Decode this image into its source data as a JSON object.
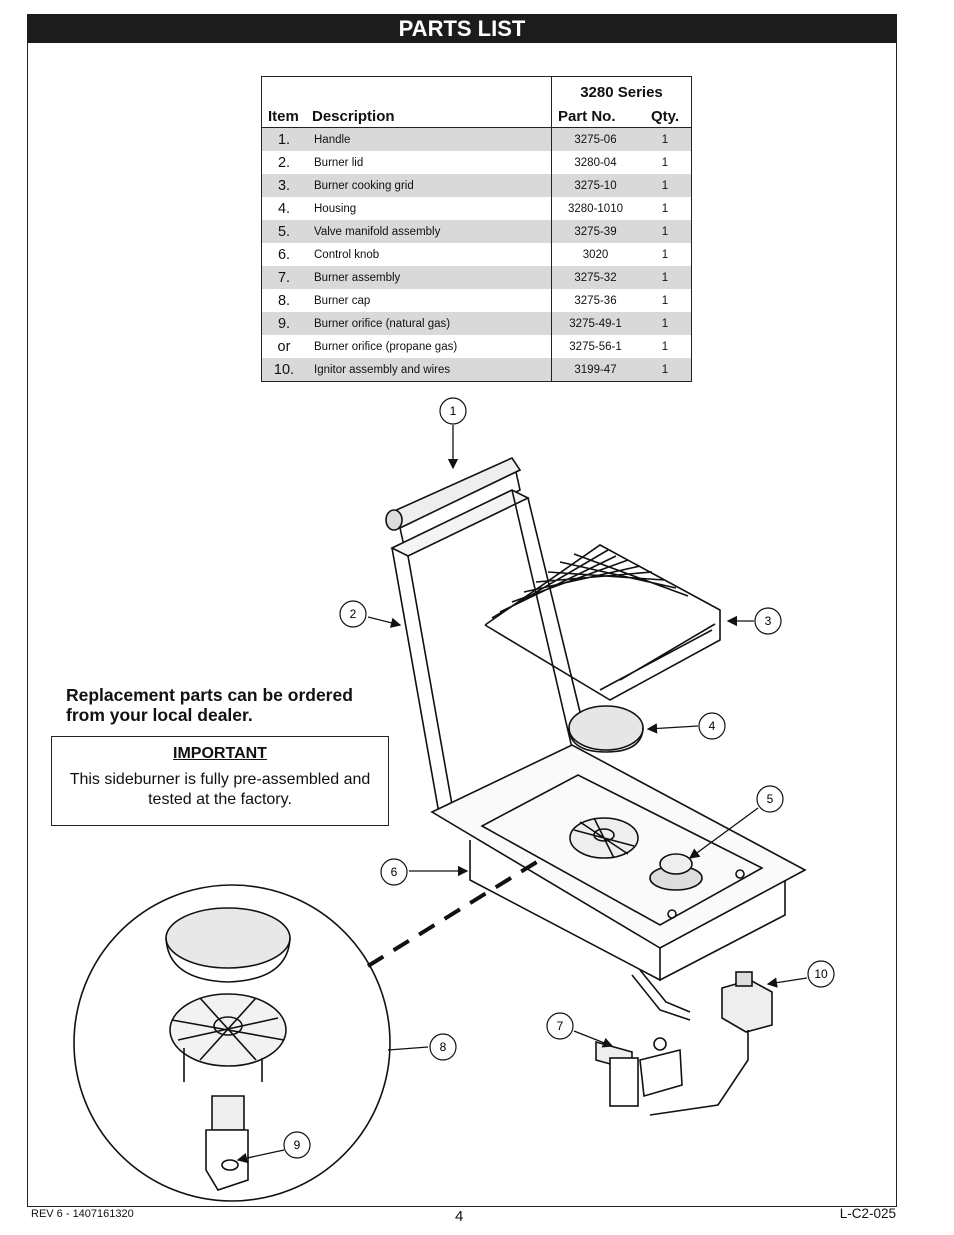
{
  "header": {
    "title": "PARTS LIST"
  },
  "table": {
    "series_label": "3280 Series",
    "col_item": "Item",
    "col_description": "Description",
    "col_part": "Part No.",
    "col_qty": "Qty.",
    "rows": [
      {
        "item": "1.",
        "description": "Handle",
        "part": "3275-06",
        "qty": "1"
      },
      {
        "item": "2.",
        "description": "Burner lid",
        "part": "3280-04",
        "qty": "1"
      },
      {
        "item": "3.",
        "description": "Burner cooking grid",
        "part": "3275-10",
        "qty": "1"
      },
      {
        "item": "4.",
        "description": "Housing",
        "part": "3280-1010",
        "qty": "1"
      },
      {
        "item": "5.",
        "description": "Valve manifold assembly",
        "part": "3275-39",
        "qty": "1"
      },
      {
        "item": "6.",
        "description": "Control knob",
        "part": "3020",
        "qty": "1"
      },
      {
        "item": "7.",
        "description": "Burner assembly",
        "part": "3275-32",
        "qty": "1"
      },
      {
        "item": "8.",
        "description": "Burner cap",
        "part": "3275-36",
        "qty": "1"
      },
      {
        "item": "9.",
        "description": "Burner orifice (natural gas)",
        "part": "3275-49-1",
        "qty": "1"
      },
      {
        "item": "or",
        "description": "Burner orifice (propane gas)",
        "part": "3275-56-1",
        "qty": "1"
      },
      {
        "item": "10.",
        "description": "Ignitor assembly and wires",
        "part": "3199-47",
        "qty": "1"
      }
    ]
  },
  "note": {
    "replacement": "Replacement parts can be ordered from your local dealer."
  },
  "important": {
    "title": "IMPORTANT",
    "body": "This sideburner is fully pre-assembled and tested at the factory."
  },
  "callouts": [
    "1",
    "2",
    "3",
    "4",
    "5",
    "6",
    "7",
    "8",
    "9",
    "10"
  ],
  "footer": {
    "left": "REV 6 - 1407161320",
    "center": "4",
    "right": "L-C2-025"
  }
}
